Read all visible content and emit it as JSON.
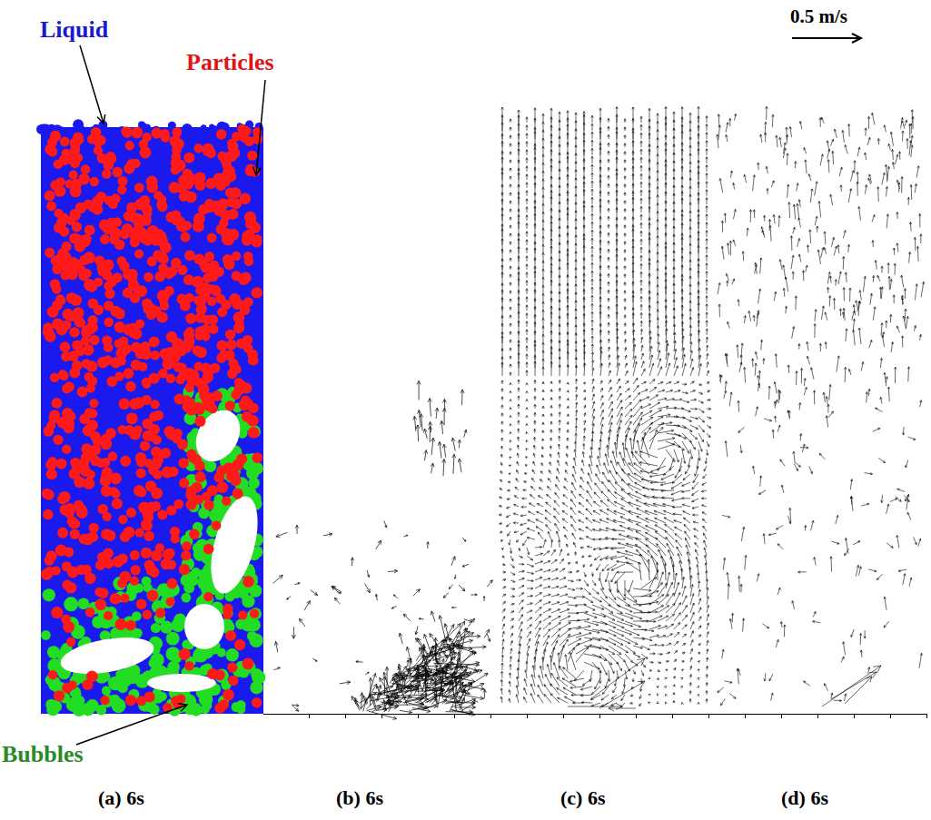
{
  "diagram": {
    "labels": [
      "Liquid",
      "Particles",
      "0.5 m/s",
      "Bubbles",
      "(a) 6s",
      "(b) 6s",
      "(c) 6s",
      "(d) 6s"
    ]
  }
}
